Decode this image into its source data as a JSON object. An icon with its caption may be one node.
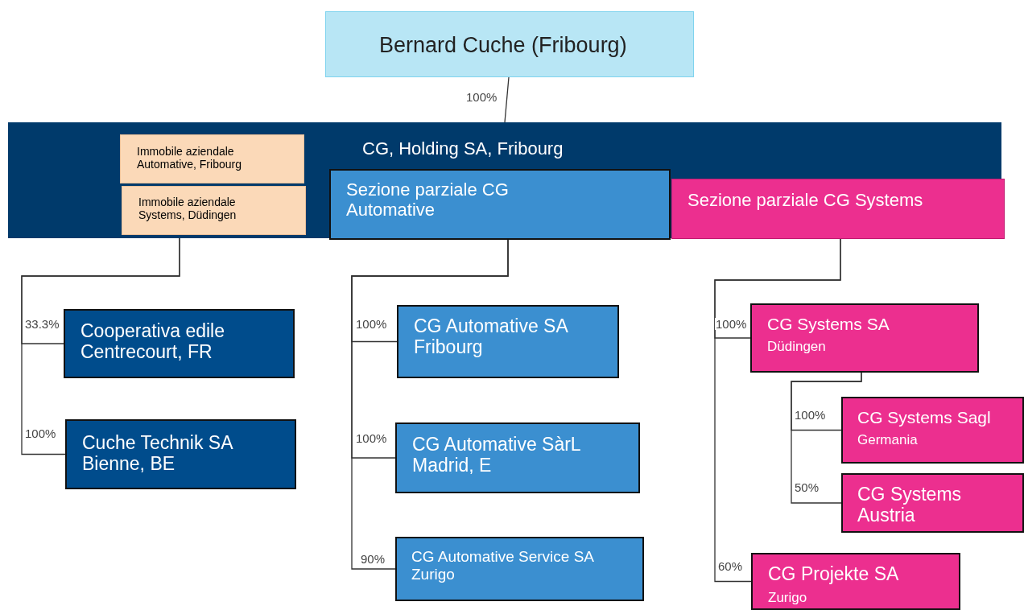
{
  "diagram": {
    "nodes": [
      {
        "text": [
          "Bernard Cuche (Fribourg)"
        ]
      },
      {
        "text": [
          "CG, Holding SA, Fribourg"
        ]
      },
      {
        "text": [
          "Immobile aziendale Automative, Fribourg"
        ],
        "in": 1
      },
      {
        "text": [
          "Immobile aziendale Systems, Düdingen"
        ],
        "in": 1
      },
      {
        "text": [
          "Sezione parziale CG Automative"
        ],
        "in": 1
      },
      {
        "text": [
          "Sezione parziale CG Systems"
        ],
        "in": 1
      },
      {
        "text": [
          "Cooperativa edile Centrecourt, FR"
        ]
      },
      {
        "text": [
          "Cuche Technik SA Bienne, BE"
        ]
      },
      {
        "text": [
          "CG Automative SA Fribourg"
        ]
      },
      {
        "text": [
          "CG Automative SàrL Madrid, E"
        ]
      },
      {
        "text": [
          "CG Automative Service SA Zurigo"
        ]
      },
      {
        "text": [
          "CG Systems SA",
          "Düdingen"
        ]
      },
      {
        "text": [
          "CG Systems Sagl",
          "Germania"
        ]
      },
      {
        "text": [
          "CG Systems Austria"
        ]
      },
      {
        "text": [
          "CG Projekte SA",
          "Zurigo"
        ]
      }
    ],
    "edges": [
      {
        "from": 0,
        "to": 1,
        "arrow": "none",
        "label": "100%"
      },
      {
        "from": 1,
        "to": 6,
        "arrow": "none",
        "label": "33.3%"
      },
      {
        "from": 1,
        "to": 7,
        "arrow": "none",
        "label": "100%"
      },
      {
        "from": 4,
        "to": 8,
        "arrow": "none",
        "label": "100%"
      },
      {
        "from": 4,
        "to": 9,
        "arrow": "none",
        "label": "100%"
      },
      {
        "from": 4,
        "to": 10,
        "arrow": "none",
        "label": "90%"
      },
      {
        "from": 5,
        "to": 11,
        "arrow": "none",
        "label": "100%"
      },
      {
        "from": 11,
        "to": 12,
        "arrow": "none",
        "label": "100%"
      },
      {
        "from": 11,
        "to": 13,
        "arrow": "none",
        "label": "50%"
      },
      {
        "from": 5,
        "to": 14,
        "arrow": "none",
        "label": "60%"
      }
    ]
  }
}
